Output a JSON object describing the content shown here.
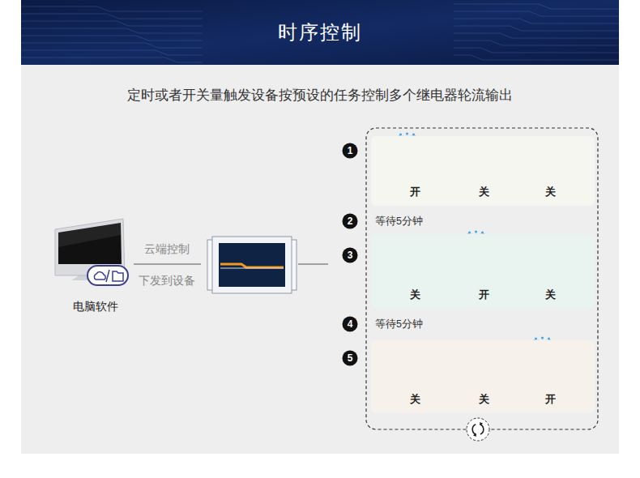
{
  "diagram": {
    "title": "时序控制",
    "nodes": [
      {
        "text": [
          "电脑软件"
        ]
      },
      {
        "text": [
          "开",
          "关",
          "关"
        ]
      },
      {
        "text": [
          "关",
          "开",
          "关"
        ]
      },
      {
        "text": [
          "关",
          "关",
          "开"
        ]
      }
    ],
    "labels": [
      "定时或者开关量触发设备按预设的任务控制多个继电器轮流输出",
      "云端控制",
      "下发到设备",
      "1",
      "2",
      "等待5分钟",
      "3",
      "4",
      "等待5分钟",
      "5"
    ]
  }
}
